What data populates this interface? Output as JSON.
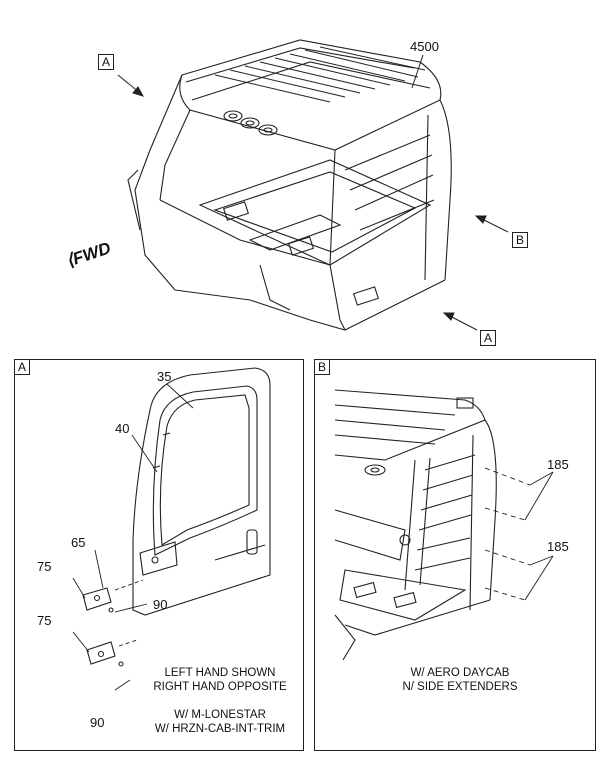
{
  "main_view": {
    "part_number": "4500",
    "fwd_label": "FWD",
    "view_markers": [
      "A",
      "B",
      "A"
    ]
  },
  "detail_a": {
    "tag": "A",
    "callouts": [
      "35",
      "40",
      "65",
      "75",
      "75",
      "90",
      "90"
    ],
    "note_line1": "LEFT HAND SHOWN",
    "note_line2": "RIGHT HAND OPPOSITE",
    "note_line3": "W/ M-LONESTAR",
    "note_line4": "W/ HRZN-CAB-INT-TRIM"
  },
  "detail_b": {
    "tag": "B",
    "callouts": [
      "185",
      "185"
    ],
    "note_line1": "W/ AERO DAYCAB",
    "note_line2": "N/ SIDE EXTENDERS"
  }
}
